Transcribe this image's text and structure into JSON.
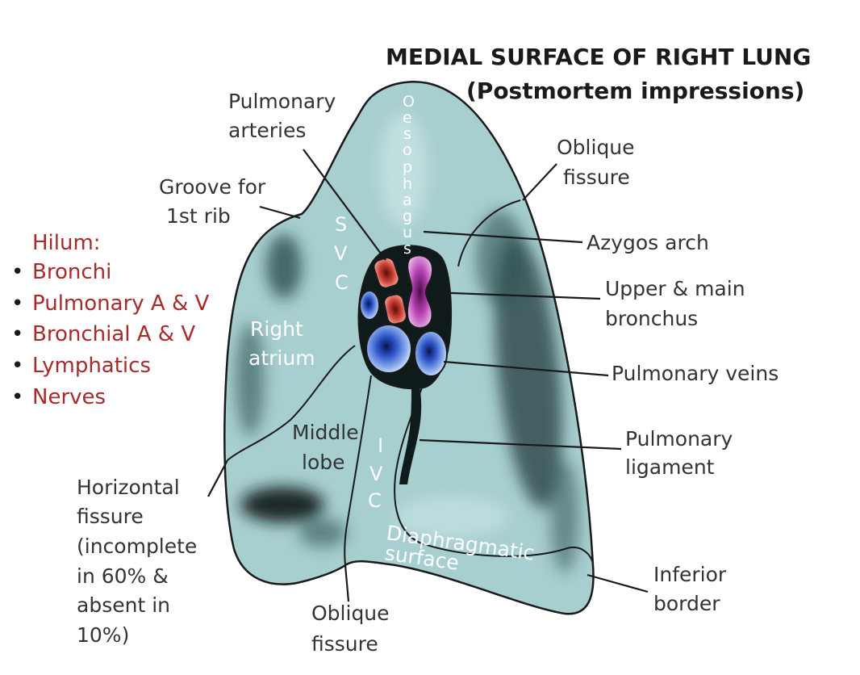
{
  "title": {
    "line1": "MEDIAL SURFACE OF RIGHT LUNG",
    "line2": "(Postmortem impressions)"
  },
  "hilum": {
    "heading": "Hilum:",
    "items": [
      "Bronchi",
      "Pulmonary A & V",
      "Bronchial A & V",
      "Lymphatics",
      "Nerves"
    ]
  },
  "labels": {
    "pulmonary_arteries": [
      "Pulmonary",
      "arteries"
    ],
    "groove_first_rib": [
      "Groove for",
      "1st rib"
    ],
    "oblique_fissure_top": [
      "Oblique",
      "fissure"
    ],
    "azygos_arch": "Azygos arch",
    "upper_main_bronchus": [
      "Upper & main",
      "bronchus"
    ],
    "pulmonary_veins": "Pulmonary veins",
    "pulmonary_ligament": [
      "Pulmonary",
      "ligament"
    ],
    "horizontal_fissure": [
      "Horizontal",
      "fissure",
      "(incomplete",
      "in 60% &",
      "absent in",
      "10%)"
    ],
    "oblique_fissure_bottom": [
      "Oblique",
      "fissure"
    ],
    "inferior_border": [
      "Inferior",
      "border"
    ]
  },
  "surface_labels": {
    "right_atrium": [
      "Right",
      "atrium"
    ],
    "middle_lobe": [
      "Middle",
      "lobe"
    ],
    "diaphragmatic_surface": [
      "Diaphragmatic",
      "surface"
    ],
    "oesophagus": [
      "O",
      "e",
      "s",
      "o",
      "p",
      "h",
      "a",
      "g",
      "u",
      "s"
    ],
    "svc": [
      "S",
      "V",
      "C"
    ],
    "ivc": [
      "I",
      "V",
      "C"
    ]
  },
  "colors": {
    "lung_fill": "#a8cfd0",
    "lung_dark": "#1f3b3c",
    "hilum_dark": "#0f1a1a",
    "hilum_text": "#a62b2b",
    "artery_red": "#d2443a",
    "bronchus_purple": "#b33fb0",
    "vein_blue": "#2e55c9"
  }
}
